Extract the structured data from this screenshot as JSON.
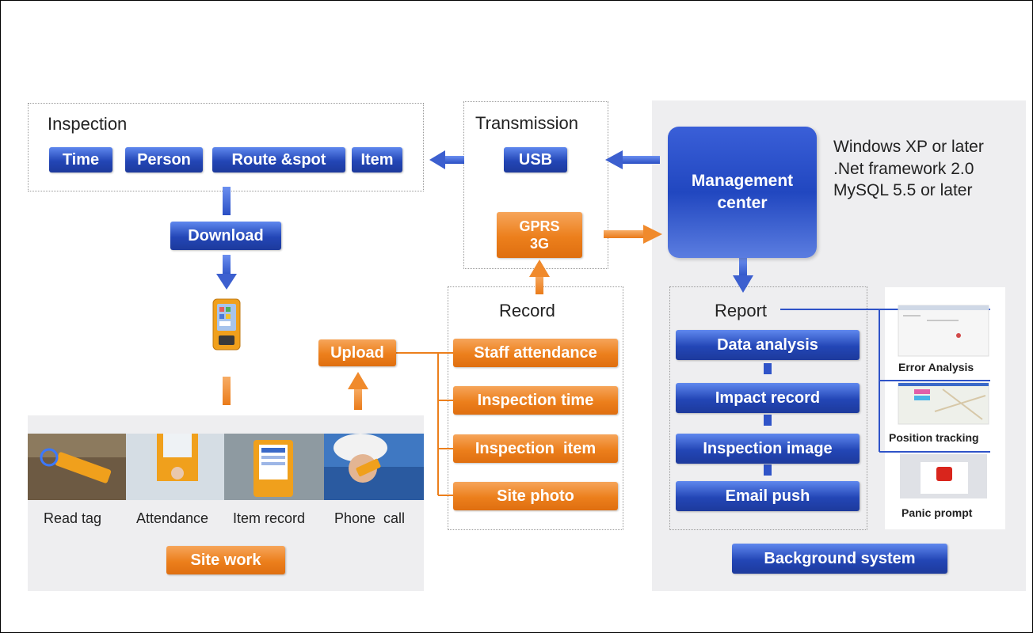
{
  "inspection": {
    "title": "Inspection",
    "items": [
      "Time",
      "Person",
      "Route &spot",
      "Item"
    ]
  },
  "download_label": "Download",
  "transmission": {
    "title": "Transmission",
    "usb": "USB",
    "gprs_line1": "GPRS",
    "gprs_line2": "3G"
  },
  "management": {
    "line1": "Management",
    "line2": "center"
  },
  "requirements": [
    "Windows XP or later",
    ".Net framework 2.0",
    "MySQL 5.5 or later"
  ],
  "record": {
    "title": "Record",
    "items": [
      "Staff attendance",
      "Inspection time",
      "Inspection  item",
      "Site photo"
    ]
  },
  "upload_label": "Upload",
  "site_work": {
    "captions": [
      "Read tag",
      "Attendance",
      "Item record",
      "Phone  call"
    ],
    "label": "Site work"
  },
  "report": {
    "title": "Report",
    "items": [
      "Data analysis",
      "Impact record",
      "Inspection image",
      "Email push"
    ]
  },
  "thumbnails": [
    "Error Analysis",
    "Position tracking",
    "Panic prompt"
  ],
  "background_label": "Background system",
  "colors": {
    "blue": "#2346b6",
    "orange": "#ec7f1c",
    "arrow_blue": "#3c5fcf",
    "arrow_orange": "#f08a2c"
  }
}
